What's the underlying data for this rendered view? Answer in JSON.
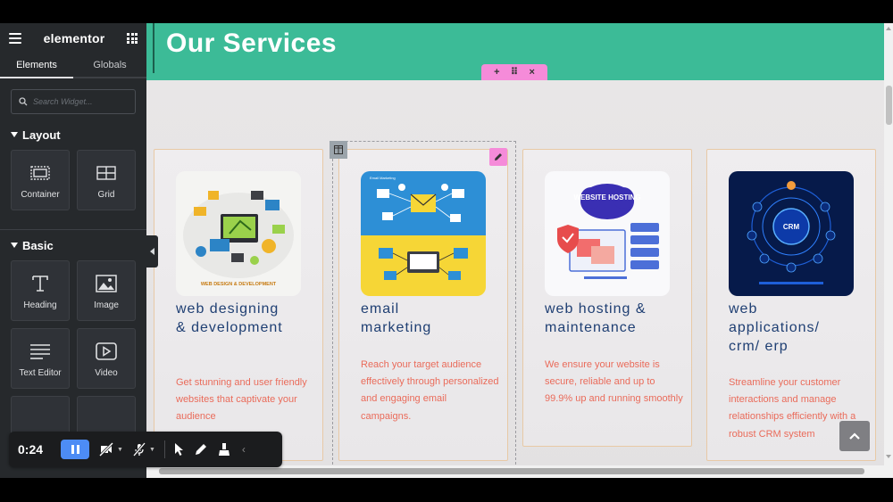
{
  "panel": {
    "brand": "elementor",
    "tabs": [
      {
        "label": "Elements"
      },
      {
        "label": "Globals"
      }
    ],
    "search_placeholder": "Search Widget...",
    "categories": [
      {
        "title": "Layout",
        "widgets": [
          {
            "label": "Container",
            "icon": "container-icon"
          },
          {
            "label": "Grid",
            "icon": "grid-icon"
          }
        ]
      },
      {
        "title": "Basic",
        "widgets": [
          {
            "label": "Heading",
            "icon": "heading-icon"
          },
          {
            "label": "Image",
            "icon": "image-icon"
          },
          {
            "label": "Text Editor",
            "icon": "text-editor-icon"
          },
          {
            "label": "Video",
            "icon": "video-icon"
          }
        ]
      }
    ]
  },
  "preview": {
    "heading": "Our Services",
    "section_handle": {
      "add": "+",
      "move": "⠿",
      "close": "×"
    },
    "cards": [
      {
        "title_line1": "web designing",
        "title_line2": "& development",
        "title_line3": "",
        "desc": "Get stunning and user friendly websites that captivate your audience",
        "image_caption": "WEB DESIGN & DEVELOPMENT"
      },
      {
        "title_line1": "email",
        "title_line2": "marketing",
        "title_line3": "",
        "desc": "Reach your target audience effectively through personalized and engaging email campaigns.",
        "image_caption": "Email Marketing"
      },
      {
        "title_line1": "web hosting &",
        "title_line2": "maintenance",
        "title_line3": "",
        "desc": "We ensure your website is secure, reliable and up to 99.9% up and running smoothly",
        "image_caption": "WEBSITE HOSTING"
      },
      {
        "title_line1": "web",
        "title_line2": "applications/",
        "title_line3": "crm/ erp",
        "desc": "Streamline your customer interactions and manage relationships efficiently with a robust CRM system",
        "image_caption": "CRM"
      }
    ]
  },
  "recorder": {
    "time": "0:24"
  },
  "colors": {
    "header_teal": "#3cbb97",
    "title_navy": "#1f3f73",
    "desc_coral": "#ea6b5a",
    "handle_pink": "#f58bd9"
  }
}
